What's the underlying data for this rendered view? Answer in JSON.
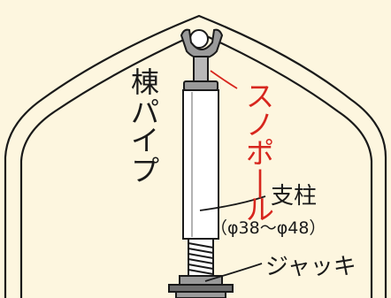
{
  "labels": {
    "ridge_pipe": "棟パイプ",
    "snow_pole": "スノポール",
    "support_post": "支柱",
    "post_diameter": "（φ38～φ48）",
    "jack": "ジャッキ"
  },
  "colors": {
    "background": "#fdf6df",
    "line": "#1a1a1a",
    "red_label": "#d7261e"
  }
}
